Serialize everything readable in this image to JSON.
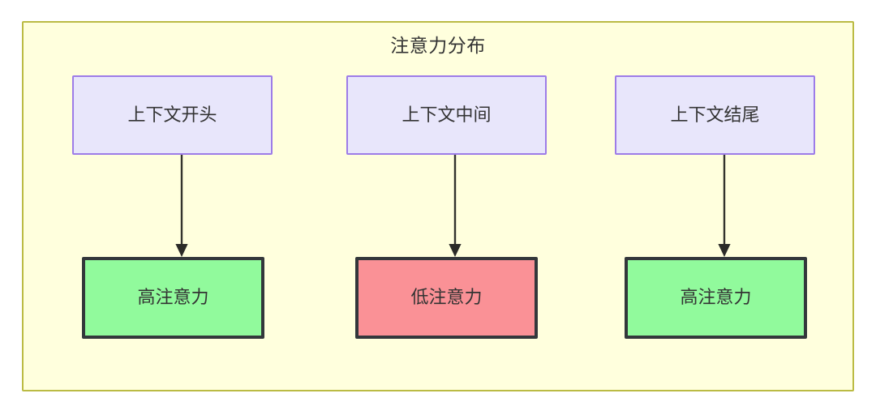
{
  "diagram": {
    "title": "注意力分布",
    "colors": {
      "container_fill": "#ffffdd",
      "container_border": "#bbbb44",
      "context_fill": "#e8e6fb",
      "context_border": "#9d7ce8",
      "high_attention_fill": "#91fa9c",
      "low_attention_fill": "#fa9196",
      "attention_border": "#33373b",
      "text": "#333333",
      "edge": "#33332e"
    },
    "nodes": {
      "context": [
        {
          "id": "context-start",
          "label": "上下文开头"
        },
        {
          "id": "context-middle",
          "label": "上下文中间"
        },
        {
          "id": "context-end",
          "label": "上下文结尾"
        }
      ],
      "attention": [
        {
          "id": "attention-high-left",
          "label": "高注意力",
          "level": "high"
        },
        {
          "id": "attention-low-middle",
          "label": "低注意力",
          "level": "low"
        },
        {
          "id": "attention-high-right",
          "label": "高注意力",
          "level": "high"
        }
      ]
    },
    "edges": [
      {
        "from": "上下文开头",
        "to": "高注意力",
        "style": "arrow"
      },
      {
        "from": "上下文中间",
        "to": "低注意力",
        "style": "arrow"
      },
      {
        "from": "上下文结尾",
        "to": "高注意力",
        "style": "arrow"
      }
    ]
  }
}
